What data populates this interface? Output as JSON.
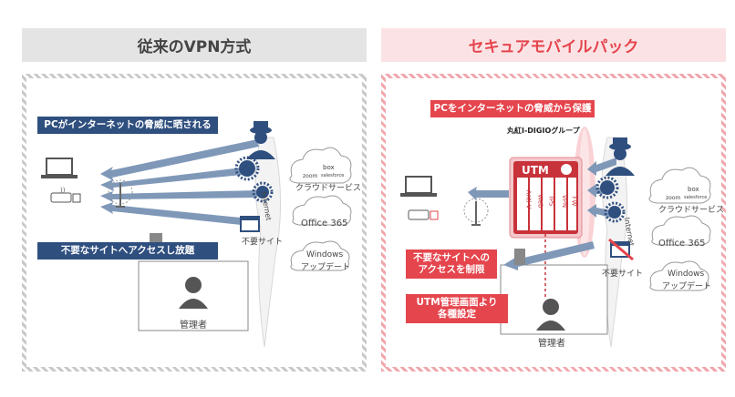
{
  "left": {
    "title": "従来のVPN方式",
    "callout_top": "PCがインターネットの脅威に晒される",
    "callout_bottom": "不要なサイトへアクセスし放題",
    "cloud_services": "クラウドサービス",
    "cloud_box": "box",
    "cloud_zoom": "zoom",
    "cloud_salesforce": "salesforce",
    "office": "Office 365",
    "windows_line1": "Windows",
    "windows_line2": "アップデート",
    "unwanted_site": "不要サイト",
    "admin": "管理者",
    "internet": "Internet"
  },
  "right": {
    "title": "セキュアモバイルパック",
    "callout_top": "PCをインターネットの脅威から保護",
    "company": "丸紅I-DIGIOグループ",
    "utm": "UTM",
    "utm_columns": [
      "Anti-V",
      "Web",
      "IPS",
      "VPN",
      "FW"
    ],
    "callout_restrict_line1": "不要なサイトへの",
    "callout_restrict_line2": "アクセスを制限",
    "callout_settings_line1": "UTM管理画面より",
    "callout_settings_line2": "各種設定",
    "cloud_services": "クラウドサービス",
    "cloud_box": "box",
    "cloud_zoom": "zoom",
    "cloud_salesforce": "salesforce",
    "office": "Office 365",
    "windows_line1": "Windows",
    "windows_line2": "アップデート",
    "unwanted_site": "不要サイト",
    "admin": "管理者",
    "internet": "Internet"
  },
  "colors": {
    "navy": "#2f4f7f",
    "arrow_blue": "#7f98b8",
    "red": "#e5454d",
    "red_dark": "#c8323a",
    "pink_bg": "#fbe3e5",
    "gray_bg": "#e4e4e4"
  },
  "icons": [
    "laptop-icon",
    "router-icon",
    "hacker-icon",
    "virus-icon",
    "cloud-icon",
    "admin-icon",
    "web-page-icon",
    "firewall-icon"
  ]
}
